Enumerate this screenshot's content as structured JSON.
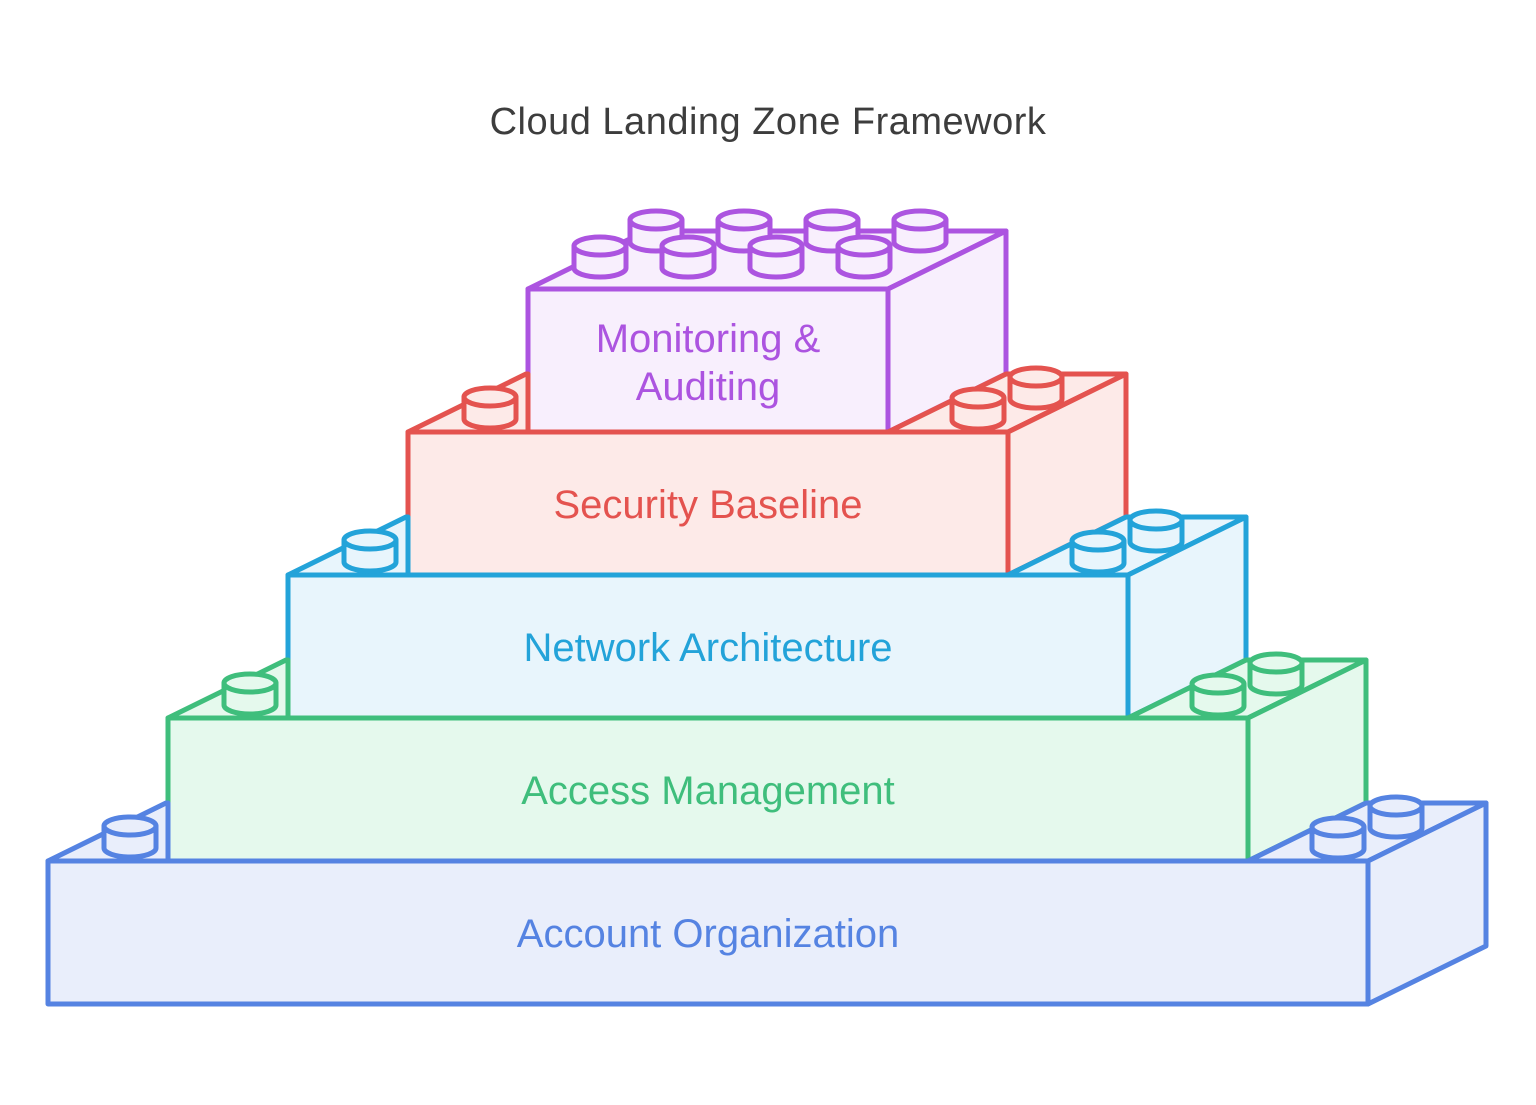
{
  "title": "Cloud Landing Zone Framework",
  "title_color": "#3d3d3d",
  "background_color": "#ffffff",
  "layers": [
    {
      "id": "monitoring-auditing",
      "label": "Monitoring & Auditing",
      "label_lines": [
        "Monitoring &",
        "Auditing"
      ],
      "stroke_color": "#ac54e0",
      "fill_color": "#f8effd",
      "text_color": "#ac54e0"
    },
    {
      "id": "security-baseline",
      "label": "Security Baseline",
      "stroke_color": "#e4534f",
      "fill_color": "#fdeae8",
      "text_color": "#e4534f"
    },
    {
      "id": "network-architecture",
      "label": "Network Architecture",
      "stroke_color": "#23a3d9",
      "fill_color": "#e8f5fc",
      "text_color": "#23a3d9"
    },
    {
      "id": "access-management",
      "label": "Access Management",
      "stroke_color": "#3fbe7c",
      "fill_color": "#e5f9ed",
      "text_color": "#3fbe7c"
    },
    {
      "id": "account-organization",
      "label": "Account Organization",
      "stroke_color": "#5583e2",
      "fill_color": "#e9eefb",
      "text_color": "#5583e2"
    }
  ]
}
